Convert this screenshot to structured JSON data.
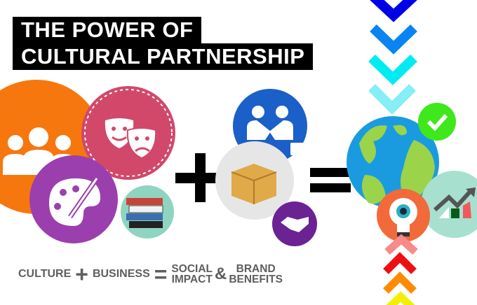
{
  "title": {
    "line1": "THE POWER OF",
    "line2": "CULTURAL PARTNERSHIP"
  },
  "equation": {
    "culture": "CULTURE",
    "plus": "+",
    "business": "BUSINESS",
    "equals": "=",
    "social_line1": "SOCIAL",
    "social_line2": "IMPACT",
    "ampersand": "&",
    "brand_line1": "BRAND",
    "brand_line2": "BENEFITS"
  },
  "icons": [
    "people-icon",
    "theater-masks-icon",
    "paint-palette-icon",
    "books-icon",
    "plus-icon",
    "business-handshake-icon",
    "package-box-icon",
    "handshake-icon",
    "equals-icon",
    "globe-icon",
    "verified-badge-icon",
    "lightbulb-eye-icon",
    "growth-chart-icon",
    "chevron-down-icon",
    "chevron-up-icon"
  ],
  "colors": {
    "orange": "#f7770f",
    "pink": "#d2486a",
    "purple": "#9b3fae",
    "teal": "#8fd4c0",
    "blue": "#1b5fc8",
    "gray": "#e6e6e6",
    "globe_water": "#1a9be0",
    "globe_land": "#9bd44a",
    "badge_green": "#3ee81a",
    "chevrons_down": [
      "#0000e6",
      "#0a84f0",
      "#00ecf2",
      "#86eef6"
    ],
    "chevrons_up": [
      "#f98a8a",
      "#ee1010",
      "#ff8a00",
      "#f2f000"
    ]
  }
}
